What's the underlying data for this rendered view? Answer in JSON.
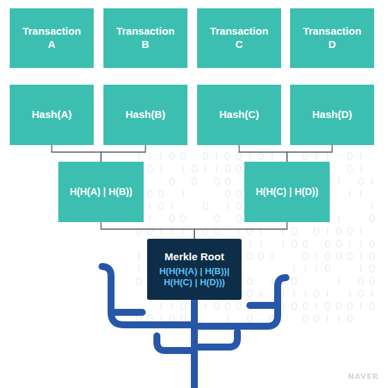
{
  "diagram": {
    "nodes": [
      {
        "text": [
          "Transaction A"
        ]
      },
      {
        "text": [
          "Transaction B"
        ]
      },
      {
        "text": [
          "Transaction C"
        ]
      },
      {
        "text": [
          "Transaction D"
        ]
      },
      {
        "text": [
          "Hash(A)"
        ]
      },
      {
        "text": [
          "Hash(B)"
        ]
      },
      {
        "text": [
          "Hash(C)"
        ]
      },
      {
        "text": [
          "Hash(D)"
        ]
      },
      {
        "text": [
          "H(H(A) | H(B))"
        ]
      },
      {
        "text": [
          "H(H(C) | H(D))"
        ]
      },
      {
        "text": [
          "Merkle Root",
          "H(H(H(A) | H(B))| H(H(C) | H(D)))"
        ]
      }
    ],
    "edges": [
      {
        "from": 4,
        "to": 8,
        "arrow": "none"
      },
      {
        "from": 5,
        "to": 8,
        "arrow": "none"
      },
      {
        "from": 6,
        "to": 9,
        "arrow": "none"
      },
      {
        "from": 7,
        "to": 9,
        "arrow": "none"
      },
      {
        "from": 8,
        "to": 10,
        "arrow": "none"
      },
      {
        "from": 9,
        "to": 10,
        "arrow": "none"
      }
    ],
    "labels": [
      "NAVER"
    ]
  }
}
